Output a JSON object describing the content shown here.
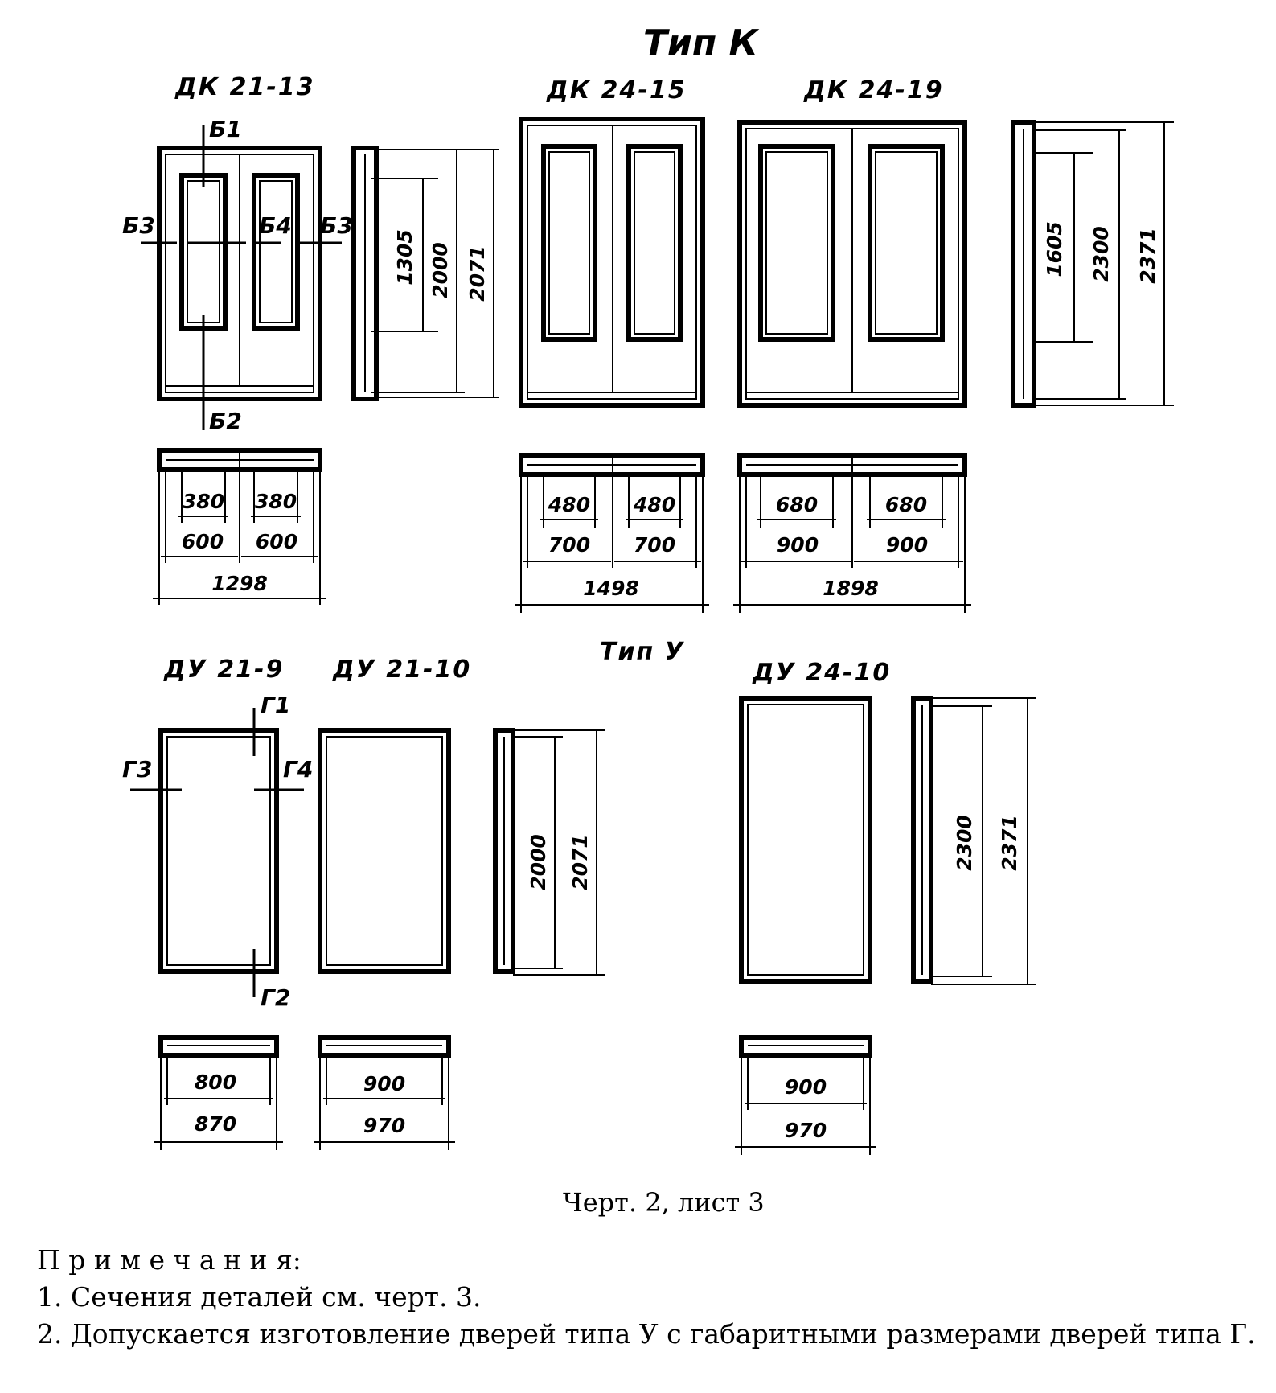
{
  "type_k_label": "Тип К",
  "type_u_label": "Тип У",
  "doors": {
    "dk_21_13": {
      "title": "ДК 21-13",
      "sections": {
        "b1": "Б1",
        "b2": "Б2",
        "b3_left": "Б3",
        "b3_right": "Б3",
        "b4": "Б4"
      },
      "height_dims": [
        "1305",
        "2000",
        "2071"
      ],
      "plan_dims": {
        "glass_left": "380",
        "glass_right": "380",
        "leaf_left": "600",
        "leaf_right": "600",
        "total": "1298"
      }
    },
    "dk_24_15": {
      "title": "ДК 24-15",
      "plan_dims": {
        "glass_left": "480",
        "glass_right": "480",
        "leaf_left": "700",
        "leaf_right": "700",
        "total": "1498"
      }
    },
    "dk_24_19": {
      "title": "ДК 24-19",
      "height_dims": [
        "1605",
        "2300",
        "2371"
      ],
      "plan_dims": {
        "glass_left": "680",
        "glass_right": "680",
        "leaf_left": "900",
        "leaf_right": "900",
        "total": "1898"
      }
    },
    "du_21_9": {
      "title": "ДУ 21-9",
      "sections": {
        "g1": "Г1",
        "g2": "Г2",
        "g3": "Г3",
        "g4": "Г4"
      },
      "plan_dims": {
        "inner": "800",
        "outer": "870"
      }
    },
    "du_21_10": {
      "title": "ДУ 21-10",
      "height_dims": [
        "2000",
        "2071"
      ],
      "plan_dims": {
        "inner": "900",
        "outer": "970"
      }
    },
    "du_24_10": {
      "title": "ДУ 24-10",
      "height_dims": [
        "2300",
        "2371"
      ],
      "plan_dims": {
        "inner": "900",
        "outer": "970"
      }
    }
  },
  "caption": "Черт. 2, лист 3",
  "notes": {
    "heading": "П р и м е ч а н и я:",
    "items": [
      "1.  Сечения деталей см. черт. 3.",
      "2.  Допускается изготовление дверей типа У с габаритными размерами дверей типа Г."
    ]
  }
}
